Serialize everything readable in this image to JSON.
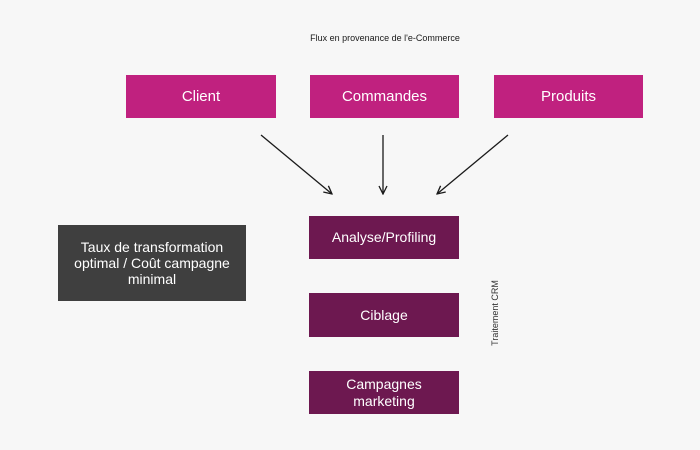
{
  "header": {
    "flow_title": "Flux en provenance de l'e-Commerce"
  },
  "sources": [
    {
      "label": "Client"
    },
    {
      "label": "Commandes"
    },
    {
      "label": "Produits"
    }
  ],
  "crm_steps": [
    {
      "label": "Analyse/Profiling"
    },
    {
      "label": "Ciblage"
    },
    {
      "label": "Campagnes marketing"
    }
  ],
  "crm_label": "Traitement CRM",
  "result_box": {
    "label": "Taux de transformation optimal / Coût campagne minimal"
  },
  "colors": {
    "source_fill": "#c0217f",
    "step_fill": "#6d1850",
    "result_fill": "#3f3f3f",
    "arrow": "#1a1a1a",
    "background": "#f7f7f7"
  }
}
